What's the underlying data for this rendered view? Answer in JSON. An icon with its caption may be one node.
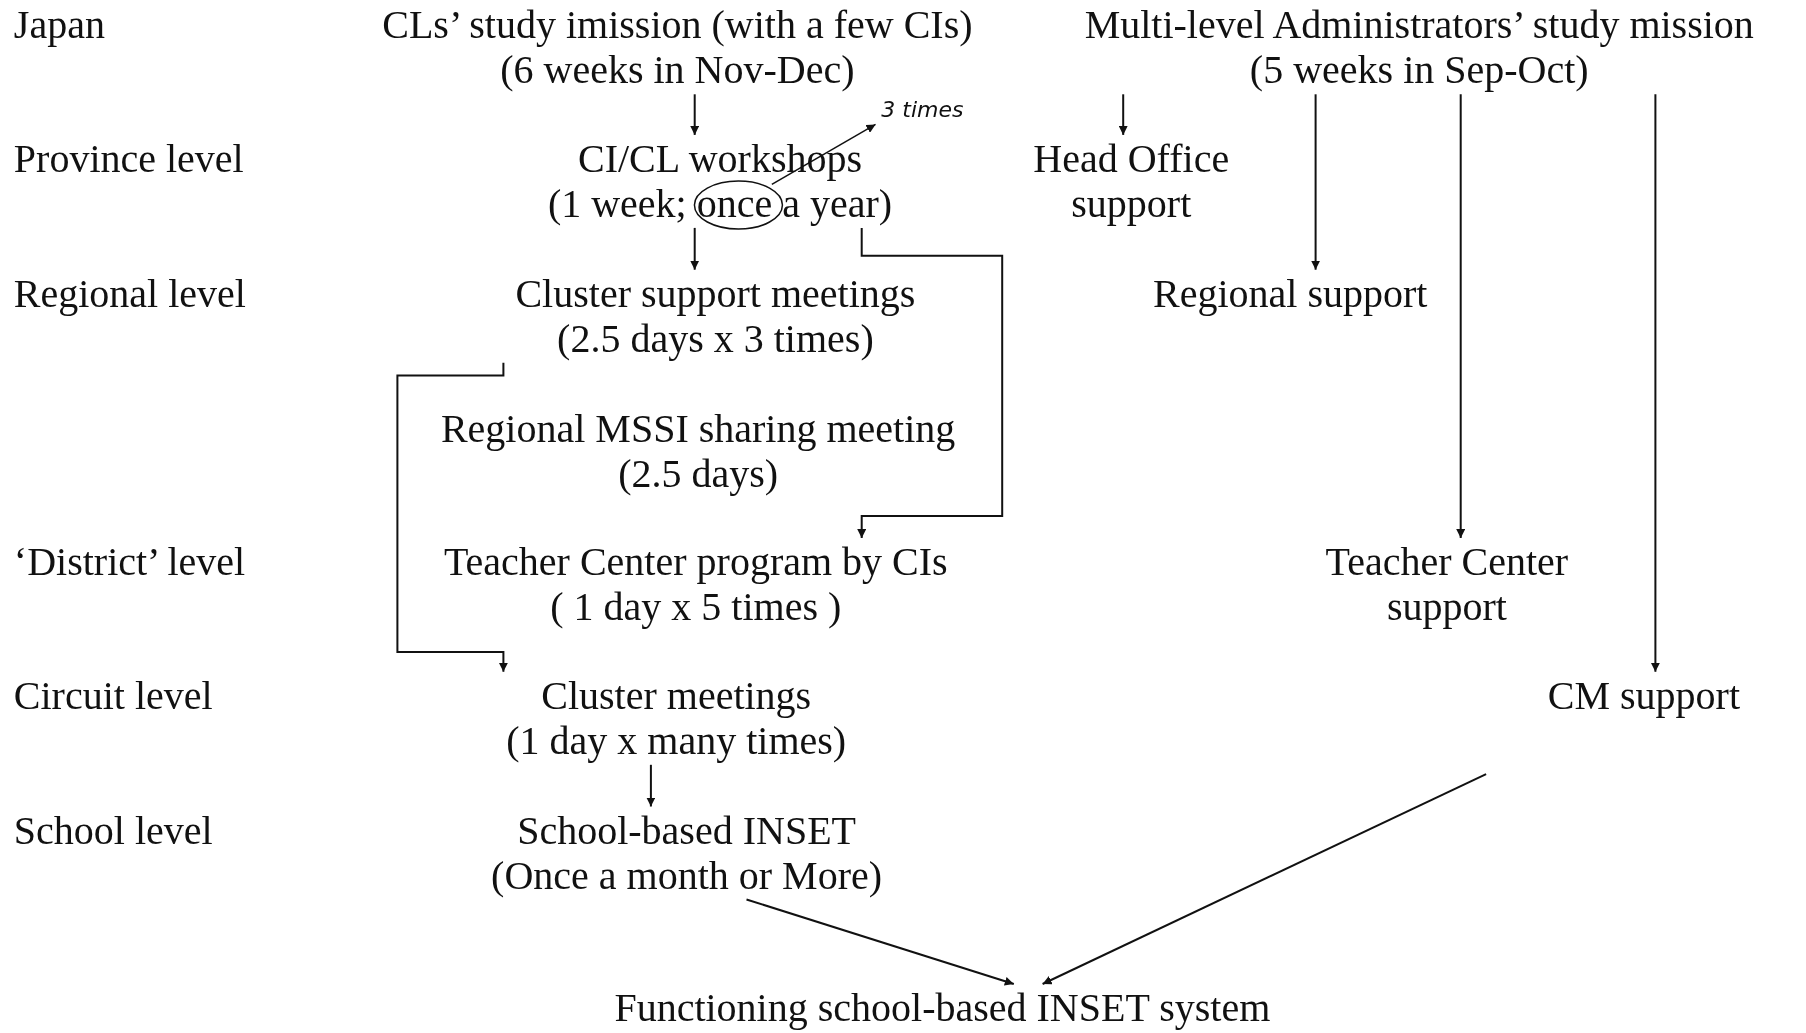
{
  "diagram": {
    "nodes": [
      {
        "text": [
          "CLs’ study imission (with a few CIs)",
          "(6 weeks in Nov-Dec)"
        ]
      },
      {
        "text": [
          "Multi-level Administrators’ study mission",
          "(5 weeks in Sep-Oct)"
        ]
      },
      {
        "text": [
          "CI/CL workshops",
          "(1 week; once a year)"
        ]
      },
      {
        "text": [
          "Head Office support"
        ]
      },
      {
        "text": [
          "Cluster support meetings",
          "(2.5 days x 3 times)"
        ]
      },
      {
        "text": [
          "Regional support"
        ]
      },
      {
        "text": [
          "Regional MSSI sharing meeting",
          "(2.5 days)"
        ]
      },
      {
        "text": [
          "Teacher Center program by CIs",
          "( 1 day x 5 times )"
        ]
      },
      {
        "text": [
          "Teacher Center support"
        ]
      },
      {
        "text": [
          "Cluster meetings",
          "(1 day x many times)"
        ]
      },
      {
        "text": [
          "CM support"
        ]
      },
      {
        "text": [
          "School-based INSET",
          "(Once a month or More)"
        ]
      },
      {
        "text": [
          "Functioning school-based INSET system"
        ]
      }
    ],
    "edges": [
      {
        "from": 0,
        "to": 2,
        "arrow": "to"
      },
      {
        "from": 1,
        "to": 3,
        "arrow": "to"
      },
      {
        "from": 1,
        "to": 5,
        "arrow": "to"
      },
      {
        "from": 1,
        "to": 8,
        "arrow": "to"
      },
      {
        "from": 1,
        "to": 10,
        "arrow": "to"
      },
      {
        "from": 2,
        "to": 4,
        "arrow": "to"
      },
      {
        "from": 2,
        "to": 7,
        "arrow": "to"
      },
      {
        "from": 4,
        "to": 9,
        "arrow": "to"
      },
      {
        "from": 9,
        "to": 11,
        "arrow": "to"
      },
      {
        "from": 11,
        "to": 12,
        "arrow": "to"
      },
      {
        "from": 10,
        "to": 12,
        "arrow": "to"
      }
    ],
    "labels": [
      "Japan",
      "Province level",
      "Regional level",
      "‘District’ level",
      "Circuit level",
      "School level",
      "3 times"
    ]
  }
}
